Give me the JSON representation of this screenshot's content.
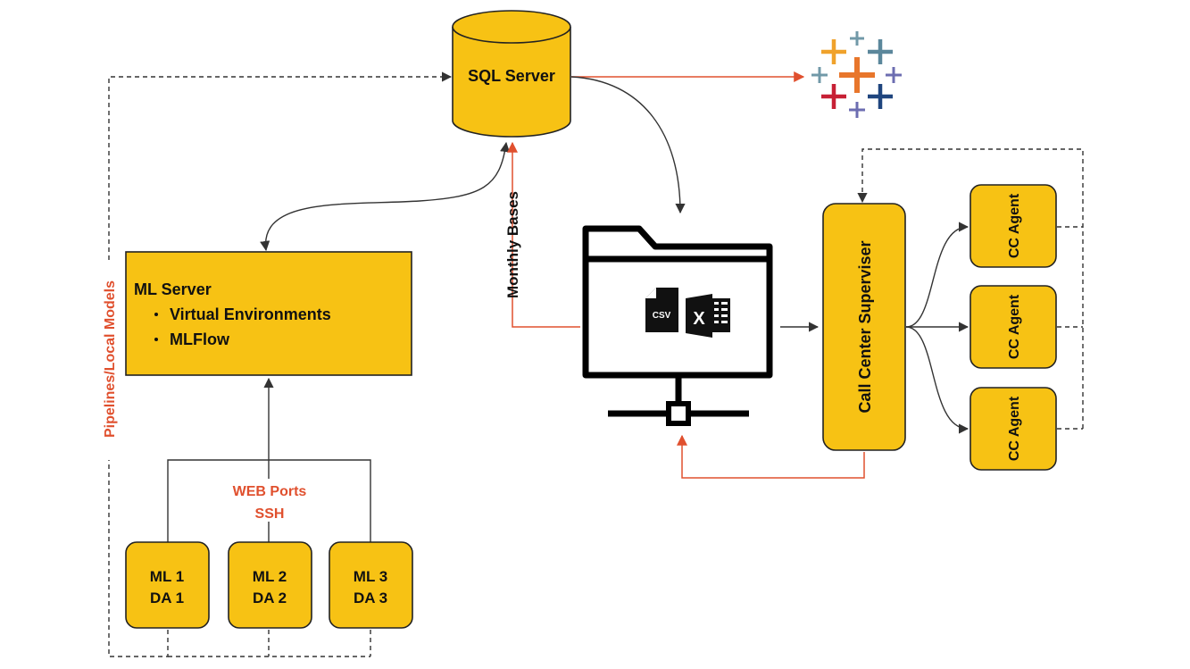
{
  "sql_server": {
    "label": "SQL Server"
  },
  "ml_server": {
    "title": "ML Server",
    "items": [
      "Virtual Environments",
      "MLFlow"
    ]
  },
  "workstations": [
    {
      "line1": "ML 1",
      "line2": "DA 1"
    },
    {
      "line1": "ML 2",
      "line2": "DA 2"
    },
    {
      "line1": "ML 3",
      "line2": "DA 3"
    }
  ],
  "access_label": {
    "line1": "WEB Ports",
    "line2": "SSH"
  },
  "pipelines_label": "Pipelines/Local Models",
  "monthly_bases_label": "Monthly Bases",
  "file_server": {
    "csv_icon_text": "CSV",
    "excel_icon_text": "X"
  },
  "supervisor": {
    "label": "Call Center Superviser"
  },
  "agents": [
    {
      "label": "CC Agent"
    },
    {
      "label": "CC Agent"
    },
    {
      "label": "CC Agent"
    }
  ],
  "colors": {
    "box_fill": "#f7c214",
    "accent_red": "#e0502e",
    "line_dark": "#333333",
    "tableau_orange": "#e8762b",
    "tableau_red": "#c72035",
    "tableau_blue": "#1f457e",
    "tableau_slate": "#5b879b",
    "tableau_purple": "#6c6db1"
  },
  "icons": {
    "tableau": "tableau-logo-icon",
    "file_server": "file-server-icon",
    "csv": "csv-file-icon",
    "excel": "excel-icon"
  }
}
